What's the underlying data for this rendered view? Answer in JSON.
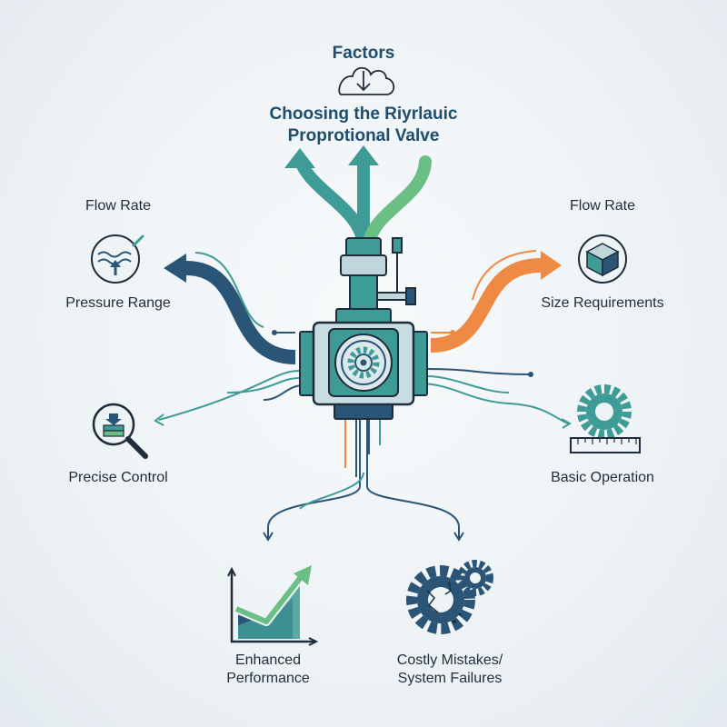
{
  "heading": {
    "top": "Factors",
    "line1": "Choosing the Riyrlauic",
    "line2": "Proprotional Valve"
  },
  "factors": {
    "top_left": "Flow Rate",
    "left_mid": "Pressure Range",
    "left_low": "Precise Control",
    "top_right": "Flow Rate",
    "right_mid": "Size Requirements",
    "right_low": "Basic Operation",
    "bottom_left": "Enhanced Performance",
    "bottom_right": "Costly Mistakes/ System Failures"
  },
  "icons": {
    "heading": "cloud-download-icon",
    "top_left": "pressure-gauge-icon",
    "left_low": "magnifier-inspect-icon",
    "top_right": "cube-box-icon",
    "right_low": "gear-ruler-icon",
    "bottom_left": "growth-chart-icon",
    "bottom_right": "broken-gears-icon",
    "center": "proportional-valve-icon"
  },
  "colors": {
    "navy": "#2b5577",
    "teal": "#3f9b95",
    "green": "#6cbf84",
    "orange": "#ef8a45",
    "dark": "#1f2d3a"
  }
}
